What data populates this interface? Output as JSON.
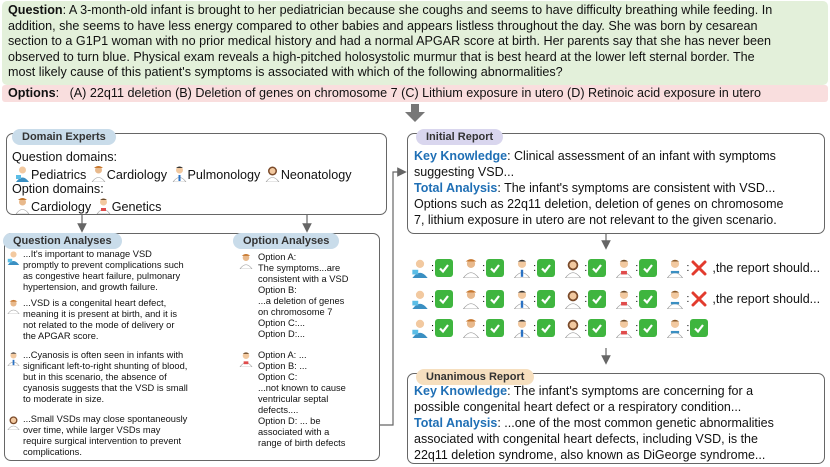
{
  "question": {
    "label": "Question",
    "lines": [
      "A 3-month-old infant is brought to her pediatrician because she coughs and seems to have difficulty breathing while feeding. In",
      "addition, she seems to have less energy compared to other babies and appears listless throughout the day. She was born by cesarean",
      "section to a G1P1 woman with no prior medical history and had a normal APGAR score at birth. Her parents say that she has never been",
      "observed to turn blue. Physical exam reveals a high-pitched holosystolic murmur that is best heard at the lower left sternal border. The",
      "most likely cause of this patient's symptoms is associated with which of the following abnormalities?"
    ]
  },
  "options": {
    "label": "Options",
    "text": "(A) 22q11 deletion (B) Deletion of genes on chromosome 7 (C) Lithium exposure in utero (D) Retinoic acid exposure in utero"
  },
  "domain_experts": {
    "tag": "Domain Experts",
    "question_domains_label": "Question domains:",
    "question_domains": [
      "Pediatrics",
      "Cardiology",
      "Pulmonology",
      "Neonatology"
    ],
    "option_domains_label": "Option domains:",
    "option_domains": [
      "Cardiology",
      "Genetics"
    ]
  },
  "question_analyses": {
    "tag": "Question Analyses",
    "items": [
      {
        "icon": "pediatrician-icon",
        "lines": [
          "...It's important to manage VSD",
          "promptly to prevent complications such",
          "as congestive heart failure, pulmonary",
          "hypertension, and growth failure."
        ]
      },
      {
        "icon": "cardiologist-icon",
        "lines": [
          "...VSD is a congenital heart defect,",
          "meaning it is present at birth, and it is",
          "not related to the mode of delivery or",
          "the APGAR score."
        ]
      },
      {
        "icon": "pulmonologist-icon",
        "lines": [
          "...Cyanosis is often seen in infants with",
          "significant left-to-right shunting of blood,",
          "but in this scenario, the absence of",
          "cyanosis suggests that the VSD is small",
          "to moderate in size."
        ]
      },
      {
        "icon": "neonatologist-icon",
        "lines": [
          "...Small VSDs may close spontaneously",
          "over time, while larger VSDs may",
          "require surgical intervention to prevent",
          "complications."
        ]
      }
    ]
  },
  "option_analyses": {
    "tag": "Option Analyses",
    "items": [
      {
        "icon": "cardiologist-icon",
        "lines": [
          "Option A:",
          "The symptoms...are",
          "consistent with a VSD",
          "Option B:",
          "...a deletion of genes",
          "on chromosome 7",
          "Option C:...",
          "Option D:..."
        ]
      },
      {
        "icon": "geneticist-icon",
        "lines": [
          "Option A: ...",
          "Option B: ...",
          "Option C:",
          "...not known to cause",
          "ventricular septal",
          "defects....",
          "Option D: ... be",
          "associated with a",
          "range of birth defects"
        ]
      }
    ]
  },
  "initial_report": {
    "tag": "Initial Report",
    "key_label": "Key Knowledge",
    "key_lines": [
      ": Clinical assessment of an infant with symptoms",
      "suggesting VSD..."
    ],
    "total_label": "Total Analysis",
    "total_lines": [
      ": The infant's symptoms are consistent with VSD...",
      "Options such as 22q11 deletion, deletion of genes on chromosome",
      "7, lithium exposure in utero are not relevant to the given scenario."
    ]
  },
  "votes": {
    "rows": [
      {
        "marks": [
          "check",
          "check",
          "check",
          "check",
          "check",
          "cross"
        ],
        "note": ",the report should..."
      },
      {
        "marks": [
          "check",
          "check",
          "check",
          "check",
          "check",
          "cross"
        ],
        "note": ",the report should..."
      },
      {
        "marks": [
          "check",
          "check",
          "check",
          "check",
          "check",
          "check"
        ],
        "note": ""
      }
    ],
    "experts": [
      "pediatrician-icon",
      "cardiologist-icon",
      "pulmonologist-icon",
      "neonatologist-icon",
      "geneticist-icon",
      "doctor-icon"
    ]
  },
  "unanimous_report": {
    "tag": "Unanimous Report",
    "key_label": "Key Knowledge",
    "key_lines": [
      ": The infant's symptoms are concerning for a",
      "possible congenital heart defect or a respiratory condition..."
    ],
    "total_label": "Total Analysis",
    "total_lines": [
      ": ...one of the most common genetic abnormalities",
      "associated with congenital heart defects, including VSD, is the",
      "22q11 deletion syndrome, also known as DiGeorge syndrome..."
    ]
  },
  "colors": {
    "question_bg": "#e3f0da",
    "options_bg": "#f9dede",
    "keyword": "#1f6fb5",
    "check": "#3fb53f",
    "cross": "#e23b2e"
  }
}
